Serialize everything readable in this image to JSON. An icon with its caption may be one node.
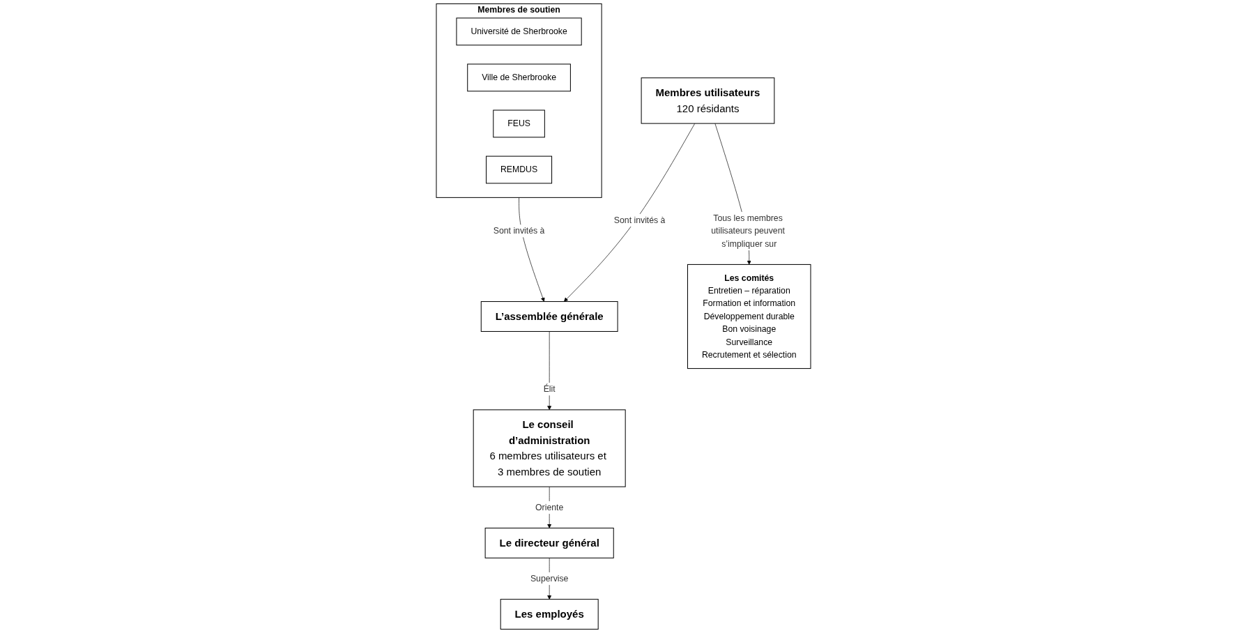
{
  "diagram": {
    "nodes": [
      {
        "text": [
          "Membres utilisateurs",
          "120 résidants"
        ]
      },
      {
        "text": [
          "Membres de soutien"
        ]
      },
      {
        "text": [
          "Université de Sherbrooke"
        ],
        "in": 1
      },
      {
        "text": [
          "Ville de Sherbrooke"
        ],
        "in": 1
      },
      {
        "text": [
          "FEUS"
        ],
        "in": 1
      },
      {
        "text": [
          "REMDUS"
        ],
        "in": 1
      },
      {
        "text": [
          "L’assemblée générale"
        ]
      },
      {
        "text": [
          "Les comités",
          "Entretien – réparation",
          "Formation et information",
          "Développement durable",
          "Bon voisinage",
          "Surveillance",
          "Recrutement et sélection"
        ]
      },
      {
        "text": [
          "Le conseil d’administration",
          "6 membres utilisateurs et 3 membres de soutien"
        ]
      },
      {
        "text": [
          "Le directeur général"
        ]
      },
      {
        "text": [
          "Les employés"
        ]
      }
    ],
    "edges": [
      {
        "from": 0,
        "to": 7,
        "arrow": "to",
        "label": "Tous les membres utilisateurs peuvent s’impliquer sur"
      },
      {
        "from": 0,
        "to": 6,
        "arrow": "to",
        "label": "Sont invités à"
      },
      {
        "from": 1,
        "to": 6,
        "arrow": "to",
        "label": "Sont invités à"
      },
      {
        "from": 6,
        "to": 8,
        "arrow": "to",
        "label": "Élit"
      },
      {
        "from": 8,
        "to": 9,
        "arrow": "to",
        "label": "Oriente"
      },
      {
        "from": 9,
        "to": 10,
        "arrow": "to",
        "label": "Supervise"
      }
    ]
  }
}
